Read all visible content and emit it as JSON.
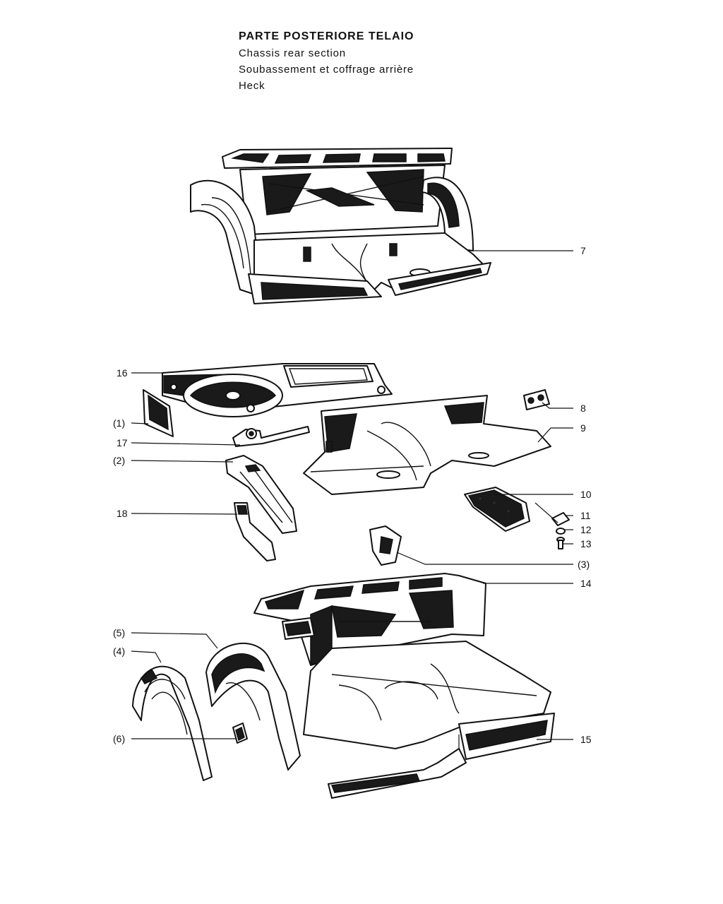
{
  "title": {
    "italian": "PARTE POSTERIORE TELAIO",
    "english": "Chassis rear section",
    "french": "Soubassement et coffrage arrière",
    "german": "Heck"
  },
  "callouts": {
    "c7": "7",
    "c16": "16",
    "c1": "(1)",
    "c17": "17",
    "c2": "(2)",
    "c18": "18",
    "c8": "8",
    "c9": "9",
    "c10": "10",
    "c11": "11",
    "c12": "12",
    "c13": "13",
    "c3": "(3)",
    "c14": "14",
    "c5": "(5)",
    "c4": "(4)",
    "c6": "(6)",
    "c15": "15"
  }
}
